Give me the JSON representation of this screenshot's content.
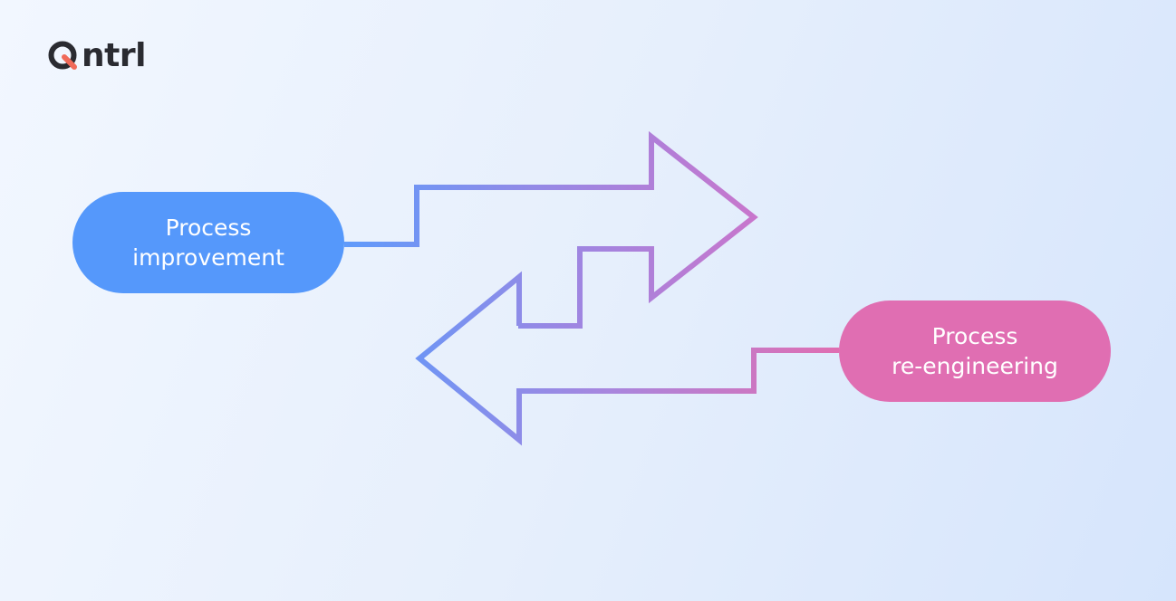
{
  "logo": {
    "text": "ntrl",
    "icon": "qntrl-q-icon",
    "icon_color": "#2a2b31",
    "accent_color": "#f06a5a"
  },
  "nodes": {
    "left": {
      "line1": "Process",
      "line2": "improvement",
      "color": "#5598fb"
    },
    "right": {
      "line1": "Process",
      "line2": "re-engineering",
      "color": "#e06eb2"
    }
  },
  "arrows": {
    "gradient_start": "#5f9bfb",
    "gradient_mid": "#9d86e2",
    "gradient_end": "#e06eb2"
  }
}
